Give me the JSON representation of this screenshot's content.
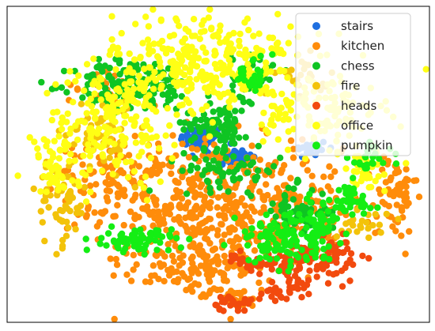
{
  "chart_data": {
    "type": "scatter",
    "title": "",
    "xlabel": "",
    "ylabel": "",
    "xlim": [
      0,
      100
    ],
    "ylim": [
      0,
      100
    ],
    "grid": false,
    "axis_ticks": false,
    "legend_position": "top-right",
    "series": [
      {
        "name": "stairs",
        "color": "#1f6fe0",
        "clusters": [
          {
            "cx": 46,
            "cy": 58,
            "sx": 2.5,
            "sy": 2.0,
            "n": 70
          },
          {
            "cx": 54,
            "cy": 52,
            "sx": 2.5,
            "sy": 1.5,
            "n": 45
          },
          {
            "cx": 72,
            "cy": 55,
            "sx": 2.0,
            "sy": 1.5,
            "n": 25
          }
        ]
      },
      {
        "name": "kitchen",
        "color": "#ff8c0a",
        "clusters": [
          {
            "cx": 44,
            "cy": 38,
            "sx": 12,
            "sy": 10,
            "n": 340
          },
          {
            "cx": 58,
            "cy": 30,
            "sx": 10,
            "sy": 9,
            "n": 160
          },
          {
            "cx": 45,
            "cy": 16,
            "sx": 8,
            "sy": 3.5,
            "n": 90
          },
          {
            "cx": 74,
            "cy": 38,
            "sx": 6,
            "sy": 7,
            "n": 60
          },
          {
            "cx": 92,
            "cy": 40,
            "sx": 2.5,
            "sy": 7,
            "n": 60
          },
          {
            "cx": 25,
            "cy": 48,
            "sx": 6,
            "sy": 6,
            "n": 70
          },
          {
            "cx": 53,
            "cy": 8,
            "sx": 4,
            "sy": 1.3,
            "n": 25
          },
          {
            "cx": 22,
            "cy": 75,
            "sx": 4,
            "sy": 3,
            "n": 20
          }
        ]
      },
      {
        "name": "chess",
        "color": "#0fc423",
        "clusters": [
          {
            "cx": 30,
            "cy": 75,
            "sx": 7,
            "sy": 4,
            "n": 170
          },
          {
            "cx": 50,
            "cy": 63,
            "sx": 4,
            "sy": 4,
            "n": 90
          },
          {
            "cx": 58,
            "cy": 78,
            "sx": 2.5,
            "sy": 4,
            "n": 35
          },
          {
            "cx": 53,
            "cy": 48,
            "sx": 6,
            "sy": 3,
            "n": 60
          },
          {
            "cx": 68,
            "cy": 35,
            "sx": 4,
            "sy": 4,
            "n": 60
          }
        ]
      },
      {
        "name": "fire",
        "color": "#f3c30a",
        "clusters": [
          {
            "cx": 13,
            "cy": 38,
            "sx": 3,
            "sy": 7,
            "n": 60
          },
          {
            "cx": 22,
            "cy": 60,
            "sx": 4,
            "sy": 6,
            "n": 50
          },
          {
            "cx": 70,
            "cy": 78,
            "sx": 3,
            "sy": 3,
            "n": 25
          },
          {
            "cx": 84,
            "cy": 33,
            "sx": 3,
            "sy": 4,
            "n": 25
          }
        ]
      },
      {
        "name": "heads",
        "color": "#f24a0e",
        "clusters": [
          {
            "cx": 72,
            "cy": 18,
            "sx": 5,
            "sy": 4,
            "n": 90
          },
          {
            "cx": 58,
            "cy": 19,
            "sx": 3,
            "sy": 1.5,
            "n": 30
          },
          {
            "cx": 53,
            "cy": 6,
            "sx": 2.5,
            "sy": 1.2,
            "n": 25
          },
          {
            "cx": 65,
            "cy": 10,
            "sx": 3,
            "sy": 1.5,
            "n": 25
          },
          {
            "cx": 78,
            "cy": 22,
            "sx": 3,
            "sy": 2,
            "n": 20
          }
        ]
      },
      {
        "name": "office",
        "color": "#ffff14",
        "clusters": [
          {
            "cx": 47,
            "cy": 82,
            "sx": 11,
            "sy": 8,
            "n": 320
          },
          {
            "cx": 24,
            "cy": 62,
            "sx": 8,
            "sy": 9,
            "n": 170
          },
          {
            "cx": 75,
            "cy": 67,
            "sx": 7,
            "sy": 6,
            "n": 110
          },
          {
            "cx": 11,
            "cy": 48,
            "sx": 3,
            "sy": 6,
            "n": 50
          },
          {
            "cx": 85,
            "cy": 48,
            "sx": 4,
            "sy": 4,
            "n": 40
          }
        ]
      },
      {
        "name": "pumpkin",
        "color": "#14ee14",
        "clusters": [
          {
            "cx": 31,
            "cy": 26,
            "sx": 4,
            "sy": 1.8,
            "n": 70
          },
          {
            "cx": 64,
            "cy": 26,
            "sx": 5,
            "sy": 4,
            "n": 100
          },
          {
            "cx": 74,
            "cy": 30,
            "sx": 3,
            "sy": 5,
            "n": 60
          },
          {
            "cx": 81,
            "cy": 38,
            "sx": 3,
            "sy": 3,
            "n": 40
          },
          {
            "cx": 86,
            "cy": 52,
            "sx": 2.5,
            "sy": 2.5,
            "n": 25
          },
          {
            "cx": 58,
            "cy": 78,
            "sx": 2.5,
            "sy": 3,
            "n": 30
          }
        ]
      }
    ]
  }
}
